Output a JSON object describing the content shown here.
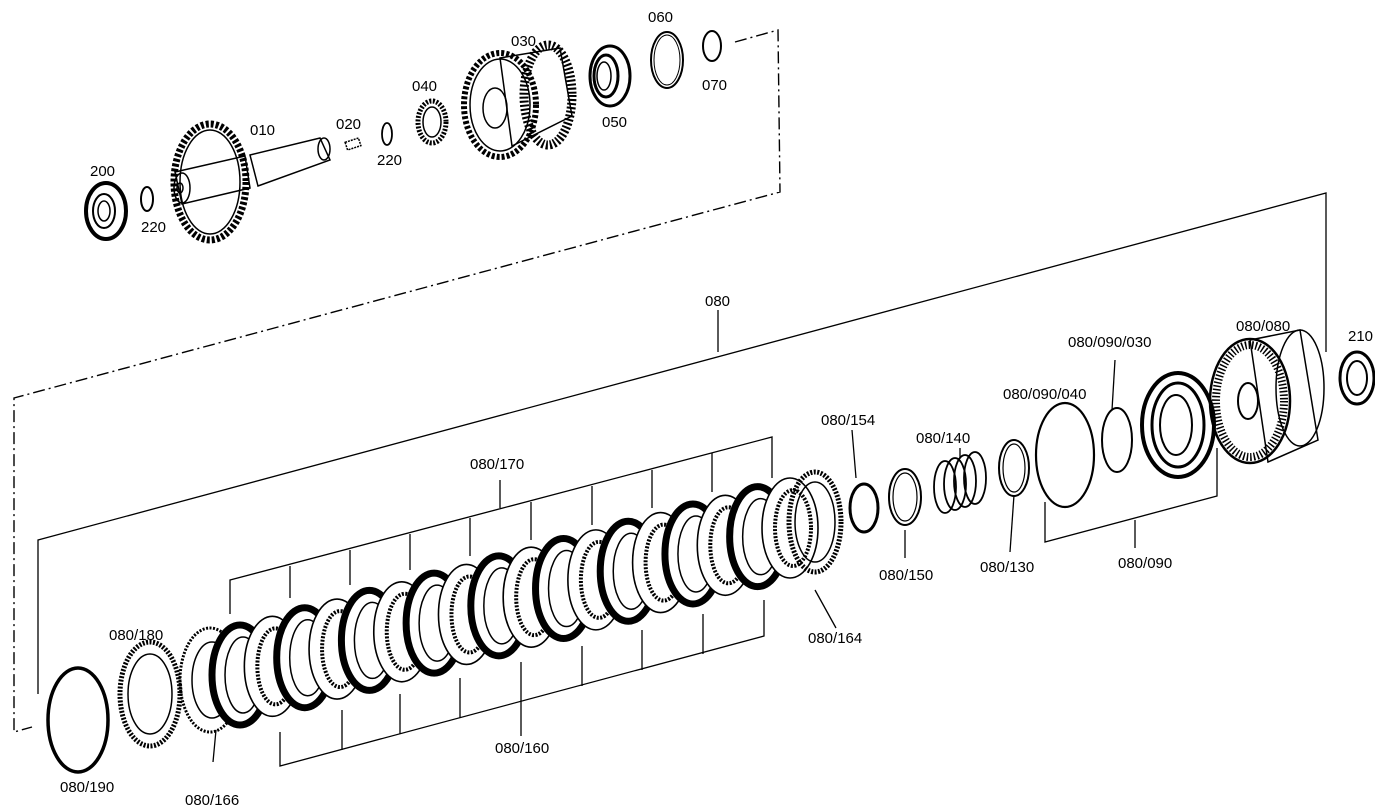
{
  "labels": {
    "p010": "010",
    "p020": "020",
    "p030": "030",
    "p040": "040",
    "p050": "050",
    "p060": "060",
    "p070": "070",
    "p200": "200",
    "p220a": "220",
    "p220b": "220",
    "p080": "080",
    "p210": "210",
    "p080_080": "080/080",
    "p080_090_030": "080/090/030",
    "p080_090_040": "080/090/040",
    "p080_090": "080/090",
    "p080_154": "080/154",
    "p080_140": "080/140",
    "p080_150": "080/150",
    "p080_130": "080/130",
    "p080_170": "080/170",
    "p080_164": "080/164",
    "p080_180": "080/180",
    "p080_160": "080/160",
    "p080_190": "080/190",
    "p080_166": "080/166"
  }
}
